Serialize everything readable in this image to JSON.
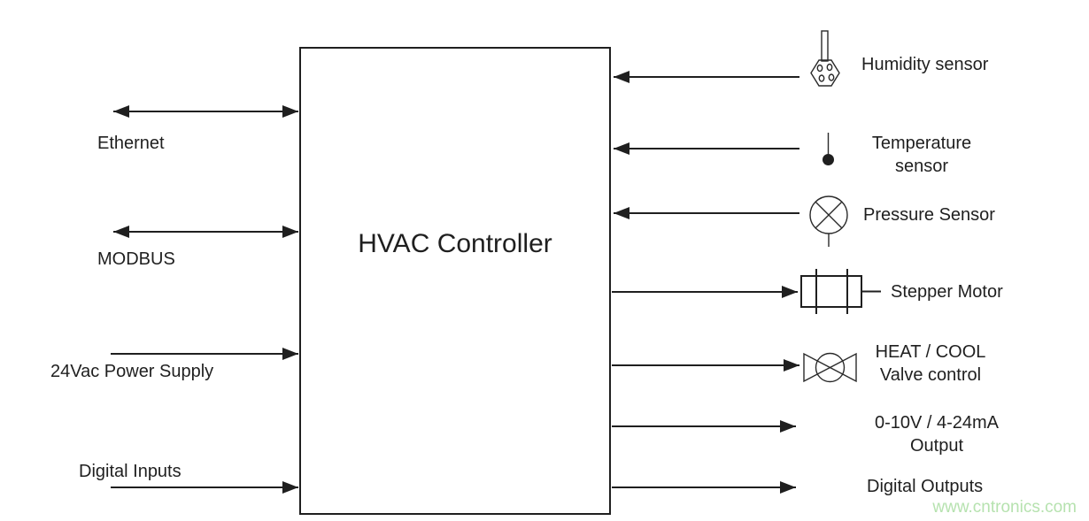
{
  "diagram": {
    "controller_title": "HVAC Controller",
    "watermark": "www.cntronics.com",
    "colors": {
      "ink": "#1f1f1f",
      "watermark_green": "#b6e2af",
      "background": "#ffffff"
    },
    "left_ports": [
      {
        "name": "ethernet",
        "direction": "bidirectional",
        "lines": [
          "Ethernet"
        ]
      },
      {
        "name": "modbus",
        "direction": "bidirectional",
        "lines": [
          "MODBUS"
        ]
      },
      {
        "name": "power-supply",
        "direction": "input",
        "lines": [
          "24Vac Power Supply"
        ]
      },
      {
        "name": "digital-inputs",
        "direction": "input",
        "lines": [
          "Digital Inputs"
        ]
      }
    ],
    "right_ports": [
      {
        "name": "humidity-sensor",
        "direction": "input",
        "icon": "humidity-sensor-icon",
        "lines": [
          "Humidity sensor"
        ]
      },
      {
        "name": "temperature-sensor",
        "direction": "input",
        "icon": "temperature-sensor-icon",
        "lines": [
          "Temperature",
          "sensor"
        ]
      },
      {
        "name": "pressure-sensor",
        "direction": "input",
        "icon": "pressure-sensor-icon",
        "lines": [
          "Pressure Sensor"
        ]
      },
      {
        "name": "stepper-motor",
        "direction": "output",
        "icon": "stepper-motor-icon",
        "lines": [
          "Stepper Motor"
        ]
      },
      {
        "name": "valve-control",
        "direction": "output",
        "icon": "valve-icon",
        "lines": [
          "HEAT / COOL",
          "Valve control"
        ]
      },
      {
        "name": "analog-output",
        "direction": "output",
        "icon": null,
        "lines": [
          "0-10V / 4-24mA",
          "Output"
        ]
      },
      {
        "name": "digital-outputs",
        "direction": "output",
        "icon": null,
        "lines": [
          "Digital Outputs"
        ]
      }
    ]
  }
}
